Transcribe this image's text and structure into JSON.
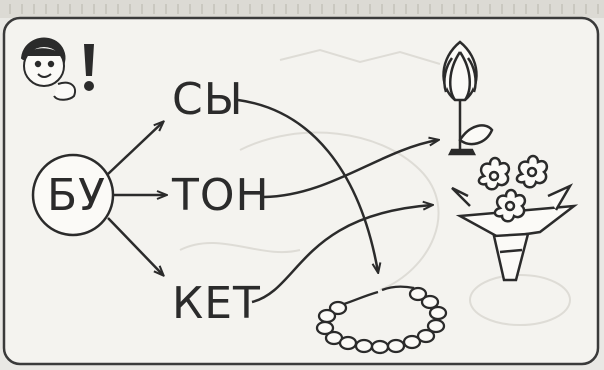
{
  "diagram": {
    "center_syllable": "БУ",
    "endings": [
      "СЫ",
      "ТОН",
      "КЕТ"
    ],
    "pictures": [
      "flower-bud",
      "flower-bouquet",
      "bead-necklace"
    ],
    "colors": {
      "ink": "#2b2b2b",
      "paper": "#f4f3ef",
      "border": "#3a3a3a"
    }
  }
}
